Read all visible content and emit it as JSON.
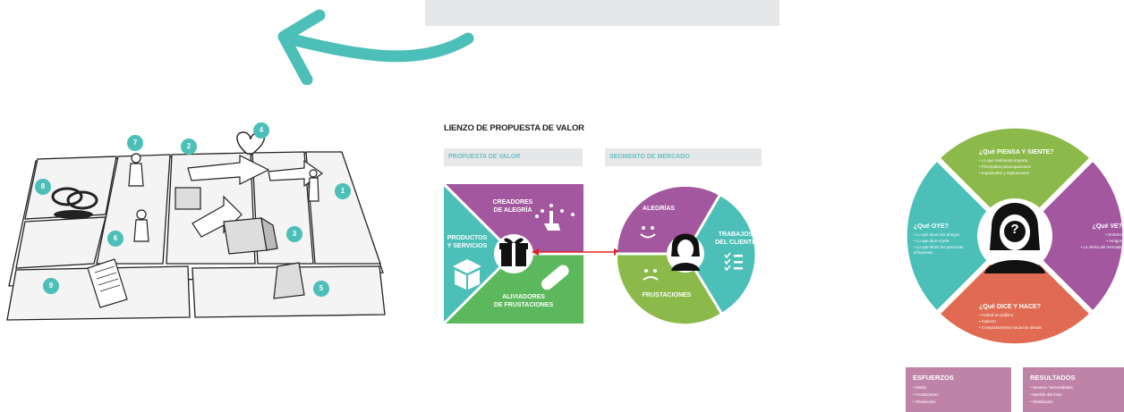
{
  "vpc": {
    "title": "LIENZO DE PROPUESTA DE VALOR",
    "ribbon_left": "PROPUESTA DE VALOR",
    "ribbon_right": "SEGMENTO DE MERCADO",
    "creadores": "CREADORES\nDE ALEGRÍA",
    "productos": "PRODUCTOS\nY SERVICIOS",
    "aliviadores": "ALIVIADORES\nDE FRUSTACIONES",
    "alegrias": "ALEGRÍAS",
    "trabajos": "TRABAJOS\nDEL CLIENTE",
    "frustaciones": "FRUSTACIONES"
  },
  "canvas_numbers": [
    "1",
    "2",
    "3",
    "4",
    "5",
    "6",
    "7",
    "8",
    "9"
  ],
  "empathy": {
    "piensa": {
      "title": "¿Qué PIENSA Y SIENTE?",
      "items": [
        "Lo que realmente importa",
        "Principales preocupaciones",
        "Inquietudes y aspiraciones"
      ]
    },
    "oye": {
      "title": "¿Qué OYE?",
      "items": [
        "Lo que dicen los amigos",
        "Lo que dice el jefe",
        "Lo que dicen las personas influyentes"
      ]
    },
    "ve": {
      "title": "¿Qué VE?",
      "items": [
        "Entorno",
        "Amigos",
        "La oferta del mercado"
      ]
    },
    "dice": {
      "title": "¿Qué DICE Y HACE?",
      "items": [
        "Actitud en público",
        "Aspecto",
        "Comportamiento hacia los demás"
      ]
    },
    "face_mark": "?"
  },
  "esfuerzos": {
    "title": "ESFUERZOS",
    "items": [
      "Miedo",
      "Frustaciones",
      "Obstáculos"
    ]
  },
  "resultados": {
    "title": "RESULTADOS",
    "items": [
      "Deseos / Necesidades",
      "Medida del éxito",
      "Obstáculos"
    ]
  },
  "colors": {
    "teal": "#4bbfb8",
    "purple": "#a2579f",
    "green": "#5cb85c",
    "lime": "#8cba4a",
    "orange": "#e06b52",
    "mauve": "#c083a8",
    "red": "#e02424",
    "grey": "#e6e7e8"
  }
}
